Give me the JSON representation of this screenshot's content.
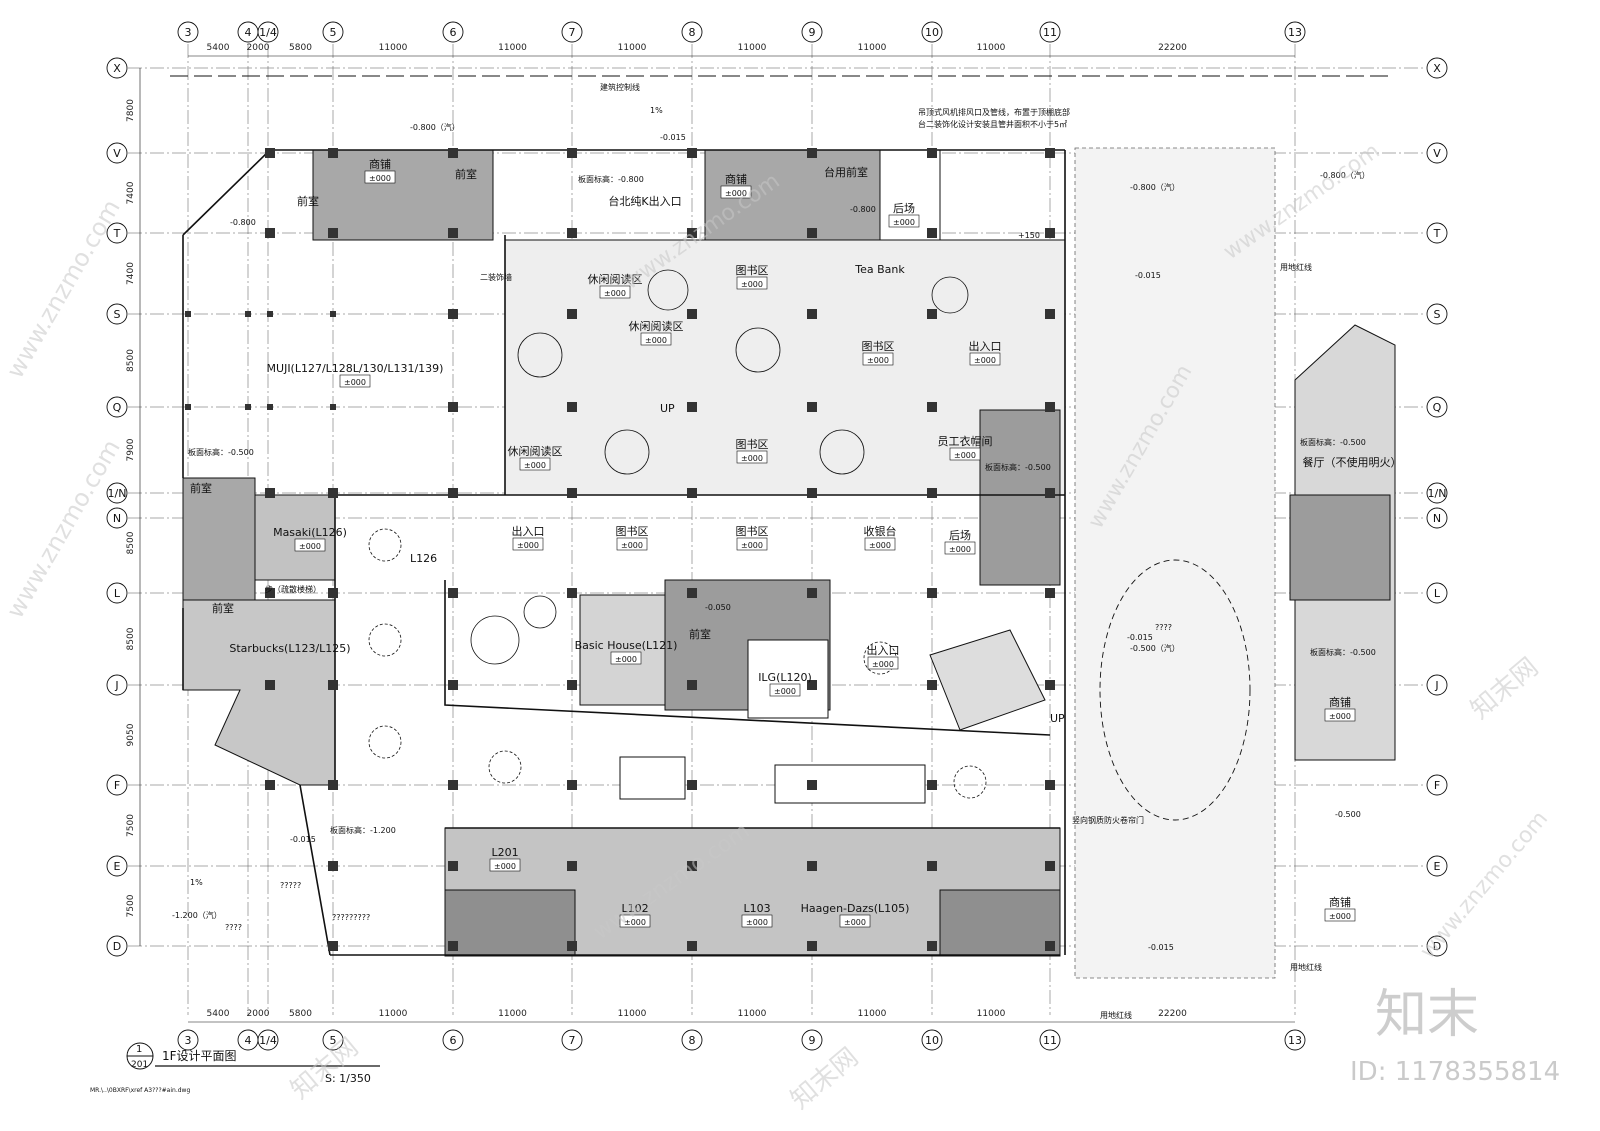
{
  "title": {
    "sheet_no": "1",
    "sheet_ref": "201",
    "name": "1F设计平面图",
    "scale": "S: 1/350",
    "xref": "MR.\\..\\0BXRF\\xref A3???#ain.dwg"
  },
  "grid": {
    "vertical": [
      "3",
      "4",
      "1/4",
      "5",
      "6",
      "7",
      "8",
      "9",
      "10",
      "11",
      "13"
    ],
    "horizontal": [
      "X",
      "V",
      "T",
      "S",
      "Q",
      "1/N",
      "N",
      "L",
      "J",
      "F",
      "E",
      "D"
    ],
    "dims_top": [
      "5400",
      "2000",
      "5800",
      "11000",
      "11000",
      "11000",
      "11000",
      "11000",
      "11000",
      "22200"
    ],
    "dims_left": [
      "7800",
      "7400",
      "7400",
      "8500",
      "7900",
      "8500",
      "8500",
      "9050",
      "7500",
      "7500"
    ]
  },
  "rooms": [
    {
      "name": "商铺",
      "level": "±000"
    },
    {
      "name": "前室",
      "level": ""
    },
    {
      "name": "前室",
      "level": ""
    },
    {
      "name": "商铺",
      "level": "±000"
    },
    {
      "name": "台北纯K出入口",
      "level": ""
    },
    {
      "name": "台用前室",
      "level": ""
    },
    {
      "name": "后场",
      "level": "±000"
    },
    {
      "name": "休闲阅读区",
      "level": "±000"
    },
    {
      "name": "图书区",
      "level": "±000"
    },
    {
      "name": "Tea Bank",
      "level": ""
    },
    {
      "name": "休闲阅读区",
      "level": "±000"
    },
    {
      "name": "图书区",
      "level": "±000"
    },
    {
      "name": "出入口",
      "level": "±000"
    },
    {
      "name": "MUJI(L127/L128L/130/L131/139)",
      "level": "±000"
    },
    {
      "name": "休闲阅读区",
      "level": "±000"
    },
    {
      "name": "图书区",
      "level": "±000"
    },
    {
      "name": "员工衣帽间",
      "level": "±000"
    },
    {
      "name": "餐厅（不使用明火）",
      "level": ""
    },
    {
      "name": "Masaki(L126)",
      "level": "±000"
    },
    {
      "name": "出入口",
      "level": "±000"
    },
    {
      "name": "图书区",
      "level": "±000"
    },
    {
      "name": "图书区",
      "level": "±000"
    },
    {
      "name": "收银台",
      "level": "±000"
    },
    {
      "name": "后场",
      "level": "±000"
    },
    {
      "name": "Starbucks(L123/L125)",
      "level": ""
    },
    {
      "name": "Basic House(L121)",
      "level": "±000"
    },
    {
      "name": "ILG(L120)",
      "level": "±000"
    },
    {
      "name": "出入口",
      "level": "±000"
    },
    {
      "name": "商铺",
      "level": "±000"
    },
    {
      "name": "L201",
      "level": "±000"
    },
    {
      "name": "L102",
      "level": "±000"
    },
    {
      "name": "L103",
      "level": "±000"
    },
    {
      "name": "Haagen-Dazs(L105)",
      "level": "±000"
    },
    {
      "name": "商铺",
      "level": "±000"
    },
    {
      "name": "前室",
      "level": ""
    }
  ],
  "labels": {
    "l126": "L126",
    "up1": "UP",
    "up2": "UP",
    "qianshi_n": "前室",
    "qianshi_l": "前室",
    "slope": "1%",
    "slope2": "1%",
    "boundary": "建筑控制线",
    "boundary2": "用地红线",
    "boundary3": "用地红线",
    "boundary4": "用地红线",
    "note_top": "吊顶式风机排风口及管线，布置于顶棚底部",
    "note_top2": "台二装饰化设计安装且管井面积不小于5㎡",
    "fire_note": "竖向钢质防火卷帘门",
    "wall_note": "二装饰墙",
    "unknown1": "????",
    "unknown2": "?????????",
    "unknown3": "?????",
    "unknown4": "????",
    "stair": "步（疏散楼梯）",
    "lev_n0800a": "-0.800（汽）",
    "lev_n0015a": "-0.015",
    "lev_n0800b": "板面标高：-0.800",
    "lev_n0800c": "-0.800",
    "lev_n0800d": "-0.800",
    "lev_n0800e": "-0.800（汽）",
    "lev_n0800f": "-0.800（汽）",
    "lev_n0015b": "-0.015",
    "lev_n0500a": "板面标高：-0.500",
    "lev_n0500b": "板面标高：-0.500",
    "lev_n0500c": "板面标高：-0.500",
    "lev_n0500d": "板面标高：-0.500",
    "lev_n0500e": "-0.500",
    "lev_n0015c": "-0.015",
    "lev_n0500f": "-0.500（汽）",
    "lev_n1200a": "板面标高：-1.200",
    "lev_n1200b": "-1.200（汽）",
    "lev_n0015d": "-0.015",
    "lev_n0015e": "-0.015",
    "lev_n0050": "-0.050",
    "lev_p150": "+150"
  },
  "watermarks": {
    "site": "www.znzmo.com",
    "brand": "知末网",
    "logo": "知末",
    "id": "ID: 1178355814"
  },
  "colors": {
    "line": "#111111",
    "fill_dark": "#9a9a9a",
    "fill_mid": "#bdbdbd",
    "fill_light": "#d6d6d6",
    "column": "#333333",
    "watermark": "#c9c9c9"
  }
}
